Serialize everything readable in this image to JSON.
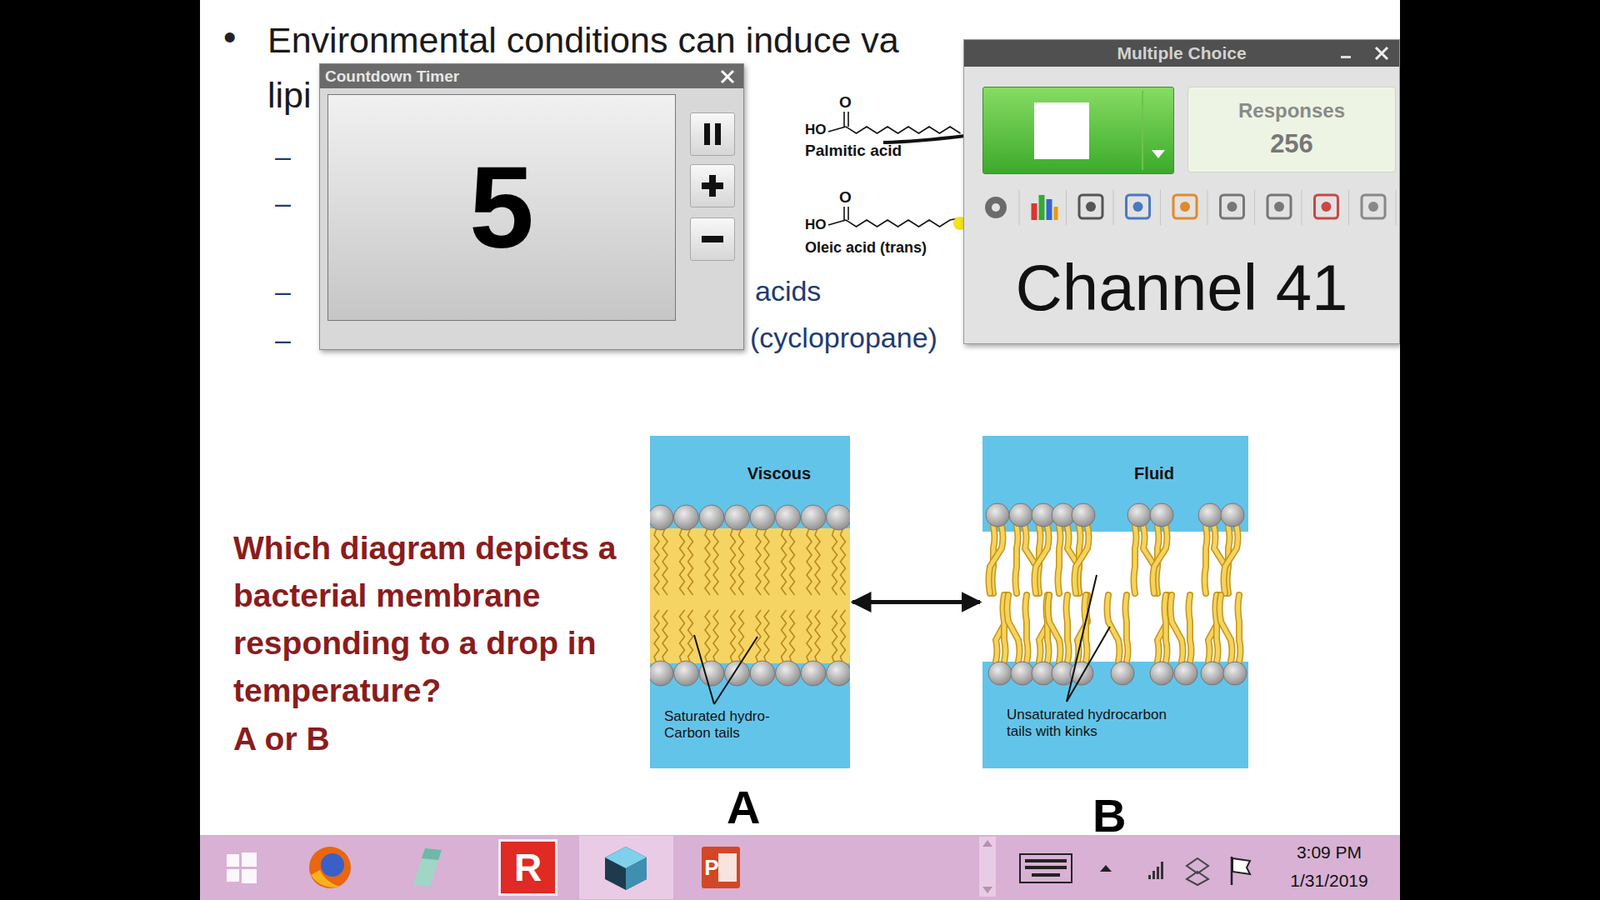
{
  "diagram": {
    "nodes": [
      {
        "text": [
          "Countdown Timer",
          "5"
        ]
      },
      {
        "text": [
          "Multiple Choice",
          "Channel 41"
        ]
      },
      {
        "text": [
          "Responses",
          "256"
        ],
        "in": 1
      },
      {
        "text": [
          "Viscous",
          "Saturated hydro- Carbon tails"
        ]
      },
      {
        "text": [
          "Fluid",
          "Unsaturated hydrocarbon tails with kinks"
        ]
      }
    ],
    "edges": [
      {
        "from": 3,
        "to": 4,
        "arrow": "both"
      }
    ],
    "labels": [
      "•",
      "Environmental conditions can induce va",
      "lipi",
      "–",
      "–",
      "–",
      "–",
      "acids",
      "(cyclopropane)",
      "O",
      "HO",
      "Palmitic acid",
      "O",
      "HO",
      "Oleic acid (trans)",
      "Which diagram depicts a bacterial membrane responding to a drop in temperature?",
      "A or B",
      "A",
      "B",
      "R",
      "P",
      "3:09 PM",
      "1/31/2019"
    ]
  }
}
